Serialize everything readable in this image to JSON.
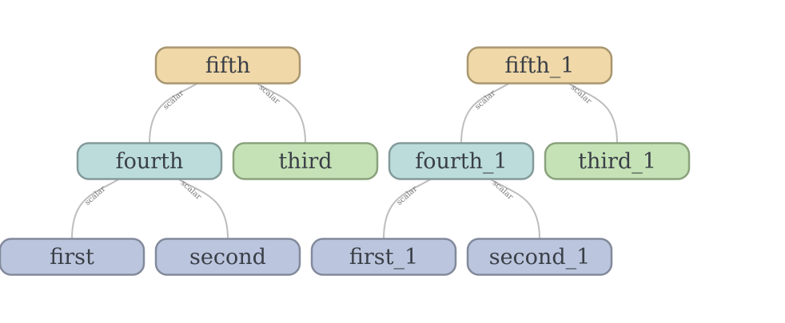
{
  "colors": {
    "root": {
      "fill": "#f0d8a8",
      "stroke": "#a89670"
    },
    "mid": {
      "fill": "#bcdcdc",
      "stroke": "#839a9a"
    },
    "leaf_third": {
      "fill": "#c5e2b6",
      "stroke": "#8aa27c"
    },
    "leaf": {
      "fill": "#bbc5dd",
      "stroke": "#828a9c"
    },
    "edge": "#bdbdbd"
  },
  "nodes": [
    {
      "id": "fifth",
      "label": "fifth",
      "kind": "root"
    },
    {
      "id": "fourth",
      "label": "fourth",
      "kind": "mid"
    },
    {
      "id": "third",
      "label": "third",
      "kind": "leaf_third"
    },
    {
      "id": "first",
      "label": "first",
      "kind": "leaf"
    },
    {
      "id": "second",
      "label": "second",
      "kind": "leaf"
    },
    {
      "id": "fifth_1",
      "label": "fifth_1",
      "kind": "root"
    },
    {
      "id": "fourth_1",
      "label": "fourth_1",
      "kind": "mid"
    },
    {
      "id": "third_1",
      "label": "third_1",
      "kind": "leaf_third"
    },
    {
      "id": "first_1",
      "label": "first_1",
      "kind": "leaf"
    },
    {
      "id": "second_1",
      "label": "second_1",
      "kind": "leaf"
    }
  ],
  "edges": [
    {
      "from": "fifth",
      "to": "fourth",
      "label": "scalar"
    },
    {
      "from": "fifth",
      "to": "third",
      "label": "scalar"
    },
    {
      "from": "fourth",
      "to": "first",
      "label": "scalar"
    },
    {
      "from": "fourth",
      "to": "second",
      "label": "scalar"
    },
    {
      "from": "fifth_1",
      "to": "fourth_1",
      "label": "scalar"
    },
    {
      "from": "fifth_1",
      "to": "third_1",
      "label": "scalar"
    },
    {
      "from": "fourth_1",
      "to": "first_1",
      "label": "scalar"
    },
    {
      "from": "fourth_1",
      "to": "second_1",
      "label": "scalar"
    }
  ]
}
